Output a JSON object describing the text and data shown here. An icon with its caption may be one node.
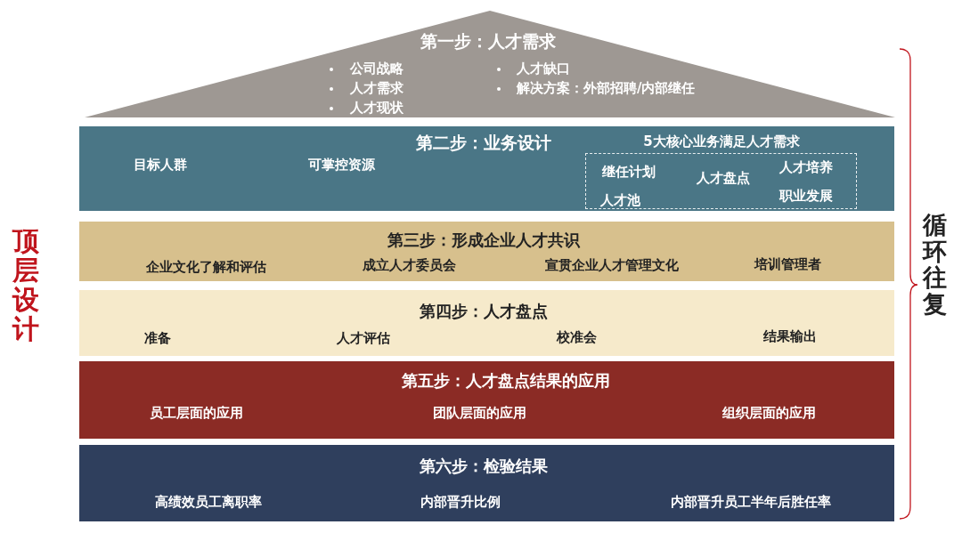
{
  "diagram": {
    "nodes": [
      {
        "text": [
          "第一步：人才需求",
          "公司战略",
          "人才需求",
          "人才现状",
          "人才缺口",
          "解决方案：外部招聘/内部继任"
        ]
      },
      {
        "text": [
          "第二步：业务设计",
          "目标人群",
          "可掌控资源",
          "5大核心业务满足人才需求"
        ]
      },
      {
        "text": [
          "继任计划",
          "人才盘点",
          "人才培养",
          "人才池",
          "职业发展"
        ],
        "in": 1
      },
      {
        "text": [
          "第三步：形成企业人才共识",
          "企业文化了解和评估",
          "成立人才委员会",
          "宣贯企业人才管理文化",
          "培训管理者"
        ]
      },
      {
        "text": [
          "第四步：人才盘点",
          "准备",
          "人才评估",
          "校准会",
          "结果输出"
        ]
      },
      {
        "text": [
          "第五步：人才盘点结果的应用",
          "员工层面的应用",
          "团队层面的应用",
          "组织层面的应用"
        ]
      },
      {
        "text": [
          "第六步：检验结果",
          "高绩效员工离职率",
          "内部晋升比例",
          "内部晋升员工半年后胜任率"
        ]
      }
    ],
    "edges": [],
    "labels": [
      "顶层设计",
      "循环往复"
    ]
  }
}
